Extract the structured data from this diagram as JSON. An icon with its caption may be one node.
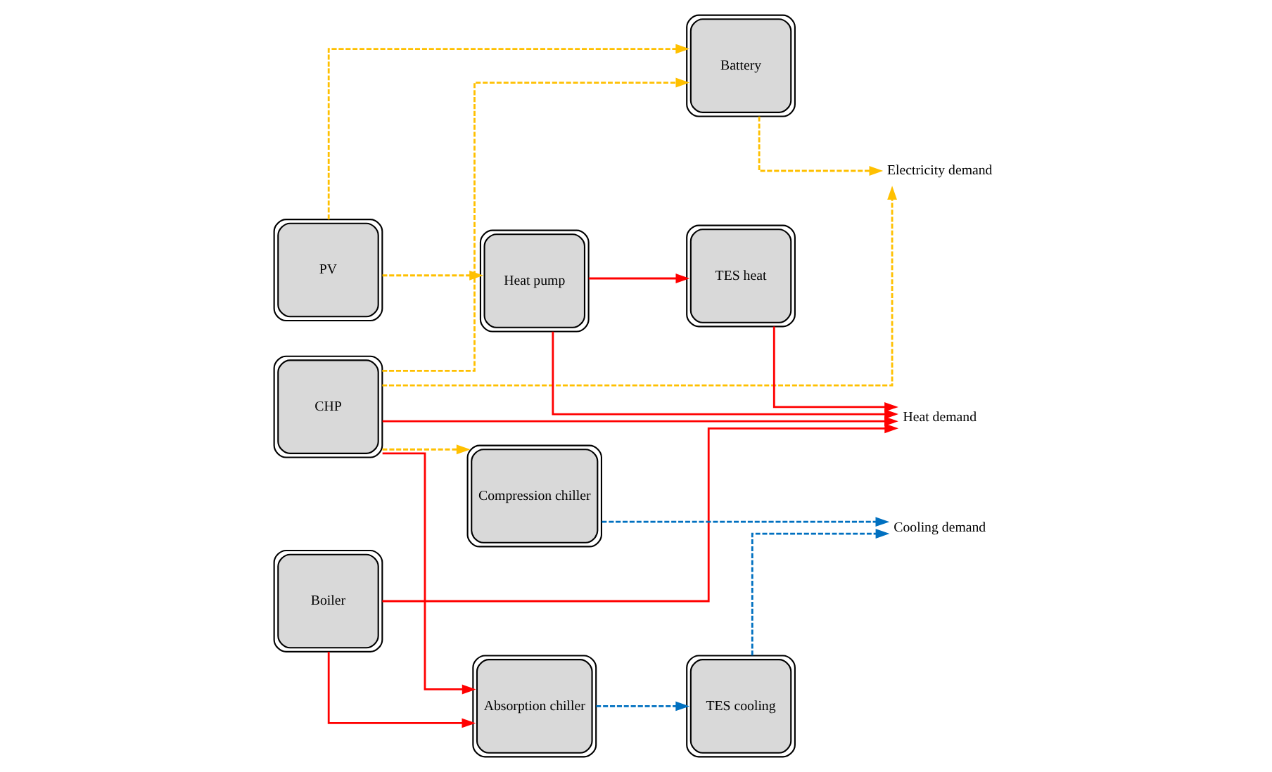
{
  "diagram": {
    "nodes": [
      {
        "text": [
          "PV"
        ]
      },
      {
        "text": [
          "CHP"
        ]
      },
      {
        "text": [
          "Boiler"
        ]
      },
      {
        "text": [
          "Heat pump"
        ]
      },
      {
        "text": [
          "Compression chiller"
        ]
      },
      {
        "text": [
          "Absorption chiller"
        ]
      },
      {
        "text": [
          "Battery"
        ]
      },
      {
        "text": [
          "TES heat"
        ]
      },
      {
        "text": [
          "TES cooling"
        ]
      },
      {
        "text": [
          "Electricity demand"
        ]
      },
      {
        "text": [
          "Heat demand"
        ]
      },
      {
        "text": [
          "Cooling demand"
        ]
      }
    ],
    "edges": [
      {
        "from": 0,
        "to": 3,
        "arrow": "to",
        "style": "dashed",
        "color": "#ffc000"
      },
      {
        "from": 0,
        "to": 6,
        "arrow": "to",
        "style": "dashed",
        "color": "#ffc000"
      },
      {
        "from": 1,
        "to": 4,
        "arrow": "to",
        "style": "dashed",
        "color": "#ffc000"
      },
      {
        "from": 1,
        "to": 6,
        "arrow": "to",
        "style": "dashed",
        "color": "#ffc000"
      },
      {
        "from": 1,
        "to": 9,
        "arrow": "to",
        "style": "dashed",
        "color": "#ffc000"
      },
      {
        "from": 6,
        "to": 9,
        "arrow": "to",
        "style": "dashed",
        "color": "#ffc000"
      },
      {
        "from": 3,
        "to": 7,
        "arrow": "to",
        "color": "#ff0000"
      },
      {
        "from": 3,
        "to": 10,
        "arrow": "to",
        "color": "#ff0000"
      },
      {
        "from": 1,
        "to": 5,
        "arrow": "to",
        "color": "#ff0000"
      },
      {
        "from": 1,
        "to": 10,
        "arrow": "to",
        "color": "#ff0000"
      },
      {
        "from": 2,
        "to": 5,
        "arrow": "to",
        "color": "#ff0000"
      },
      {
        "from": 2,
        "to": 10,
        "arrow": "to",
        "color": "#ff0000"
      },
      {
        "from": 7,
        "to": 10,
        "arrow": "to",
        "color": "#ff0000"
      },
      {
        "from": 4,
        "to": 11,
        "arrow": "to",
        "style": "dashed",
        "color": "#0070c0"
      },
      {
        "from": 5,
        "to": 8,
        "arrow": "to",
        "style": "dashed",
        "color": "#0070c0"
      },
      {
        "from": 8,
        "to": 11,
        "arrow": "to",
        "style": "dashed",
        "color": "#0070c0"
      }
    ]
  }
}
